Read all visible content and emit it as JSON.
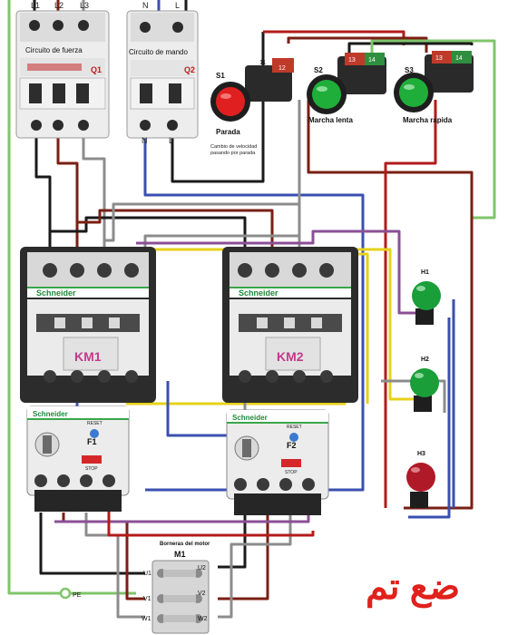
{
  "breakers": {
    "q1": {
      "title": "Circuito de fuerza",
      "id": "Q1",
      "terminals_top": [
        "L1",
        "L2",
        "L3"
      ]
    },
    "q2": {
      "title": "Circuito de mando",
      "id": "Q2",
      "terminals_top": [
        "N",
        "L"
      ],
      "terminals_bottom": [
        "N",
        "L"
      ]
    }
  },
  "pushbuttons": {
    "s1": {
      "id": "S1",
      "label": "Parada",
      "contacts": [
        "11",
        "12"
      ],
      "color": "#e02020"
    },
    "s2": {
      "id": "S2",
      "label": "Marcha  lenta",
      "contacts": [
        "13",
        "14"
      ],
      "color": "#1fae3a"
    },
    "s3": {
      "id": "S3",
      "label": "Marcha  rapida",
      "contacts": [
        "13",
        "14"
      ],
      "color": "#1fae3a"
    }
  },
  "note": {
    "line1": "Cambio de velocidad",
    "line2": "pasando por parada"
  },
  "contactors": {
    "km1": {
      "brand": "Schneider",
      "id": "KM1"
    },
    "km2": {
      "brand": "Schneider",
      "id": "KM2"
    }
  },
  "relays": {
    "f1": {
      "brand": "Schneider",
      "id": "F1",
      "reset": "RESET",
      "stop": "STOP"
    },
    "f2": {
      "brand": "Schneider",
      "id": "F2",
      "reset": "RESET",
      "stop": "STOP"
    }
  },
  "lamps": {
    "h1": {
      "id": "H1",
      "color": "#1a9e3a"
    },
    "h2": {
      "id": "H2",
      "color": "#1a9e3a"
    },
    "h3": {
      "id": "H3",
      "color": "#b01a28"
    }
  },
  "motor": {
    "title": "Borneras del motor",
    "id": "M1",
    "left_terminals": [
      "U1",
      "V1",
      "W1"
    ],
    "right_terminals": [
      "U2",
      "V2",
      "W2"
    ]
  },
  "pe_label": "PE",
  "watermark": "ضع تم",
  "colors": {
    "wire_black": "#1a1a1a",
    "wire_brown": "#7a1f14",
    "wire_grey": "#8c8c8c",
    "wire_blue": "#3a4fb0",
    "wire_yellow": "#e6d21a",
    "wire_red": "#b31b1b",
    "wire_green": "#7fc56a",
    "wire_purple": "#8b4f96",
    "watermark": "#e0211c"
  }
}
